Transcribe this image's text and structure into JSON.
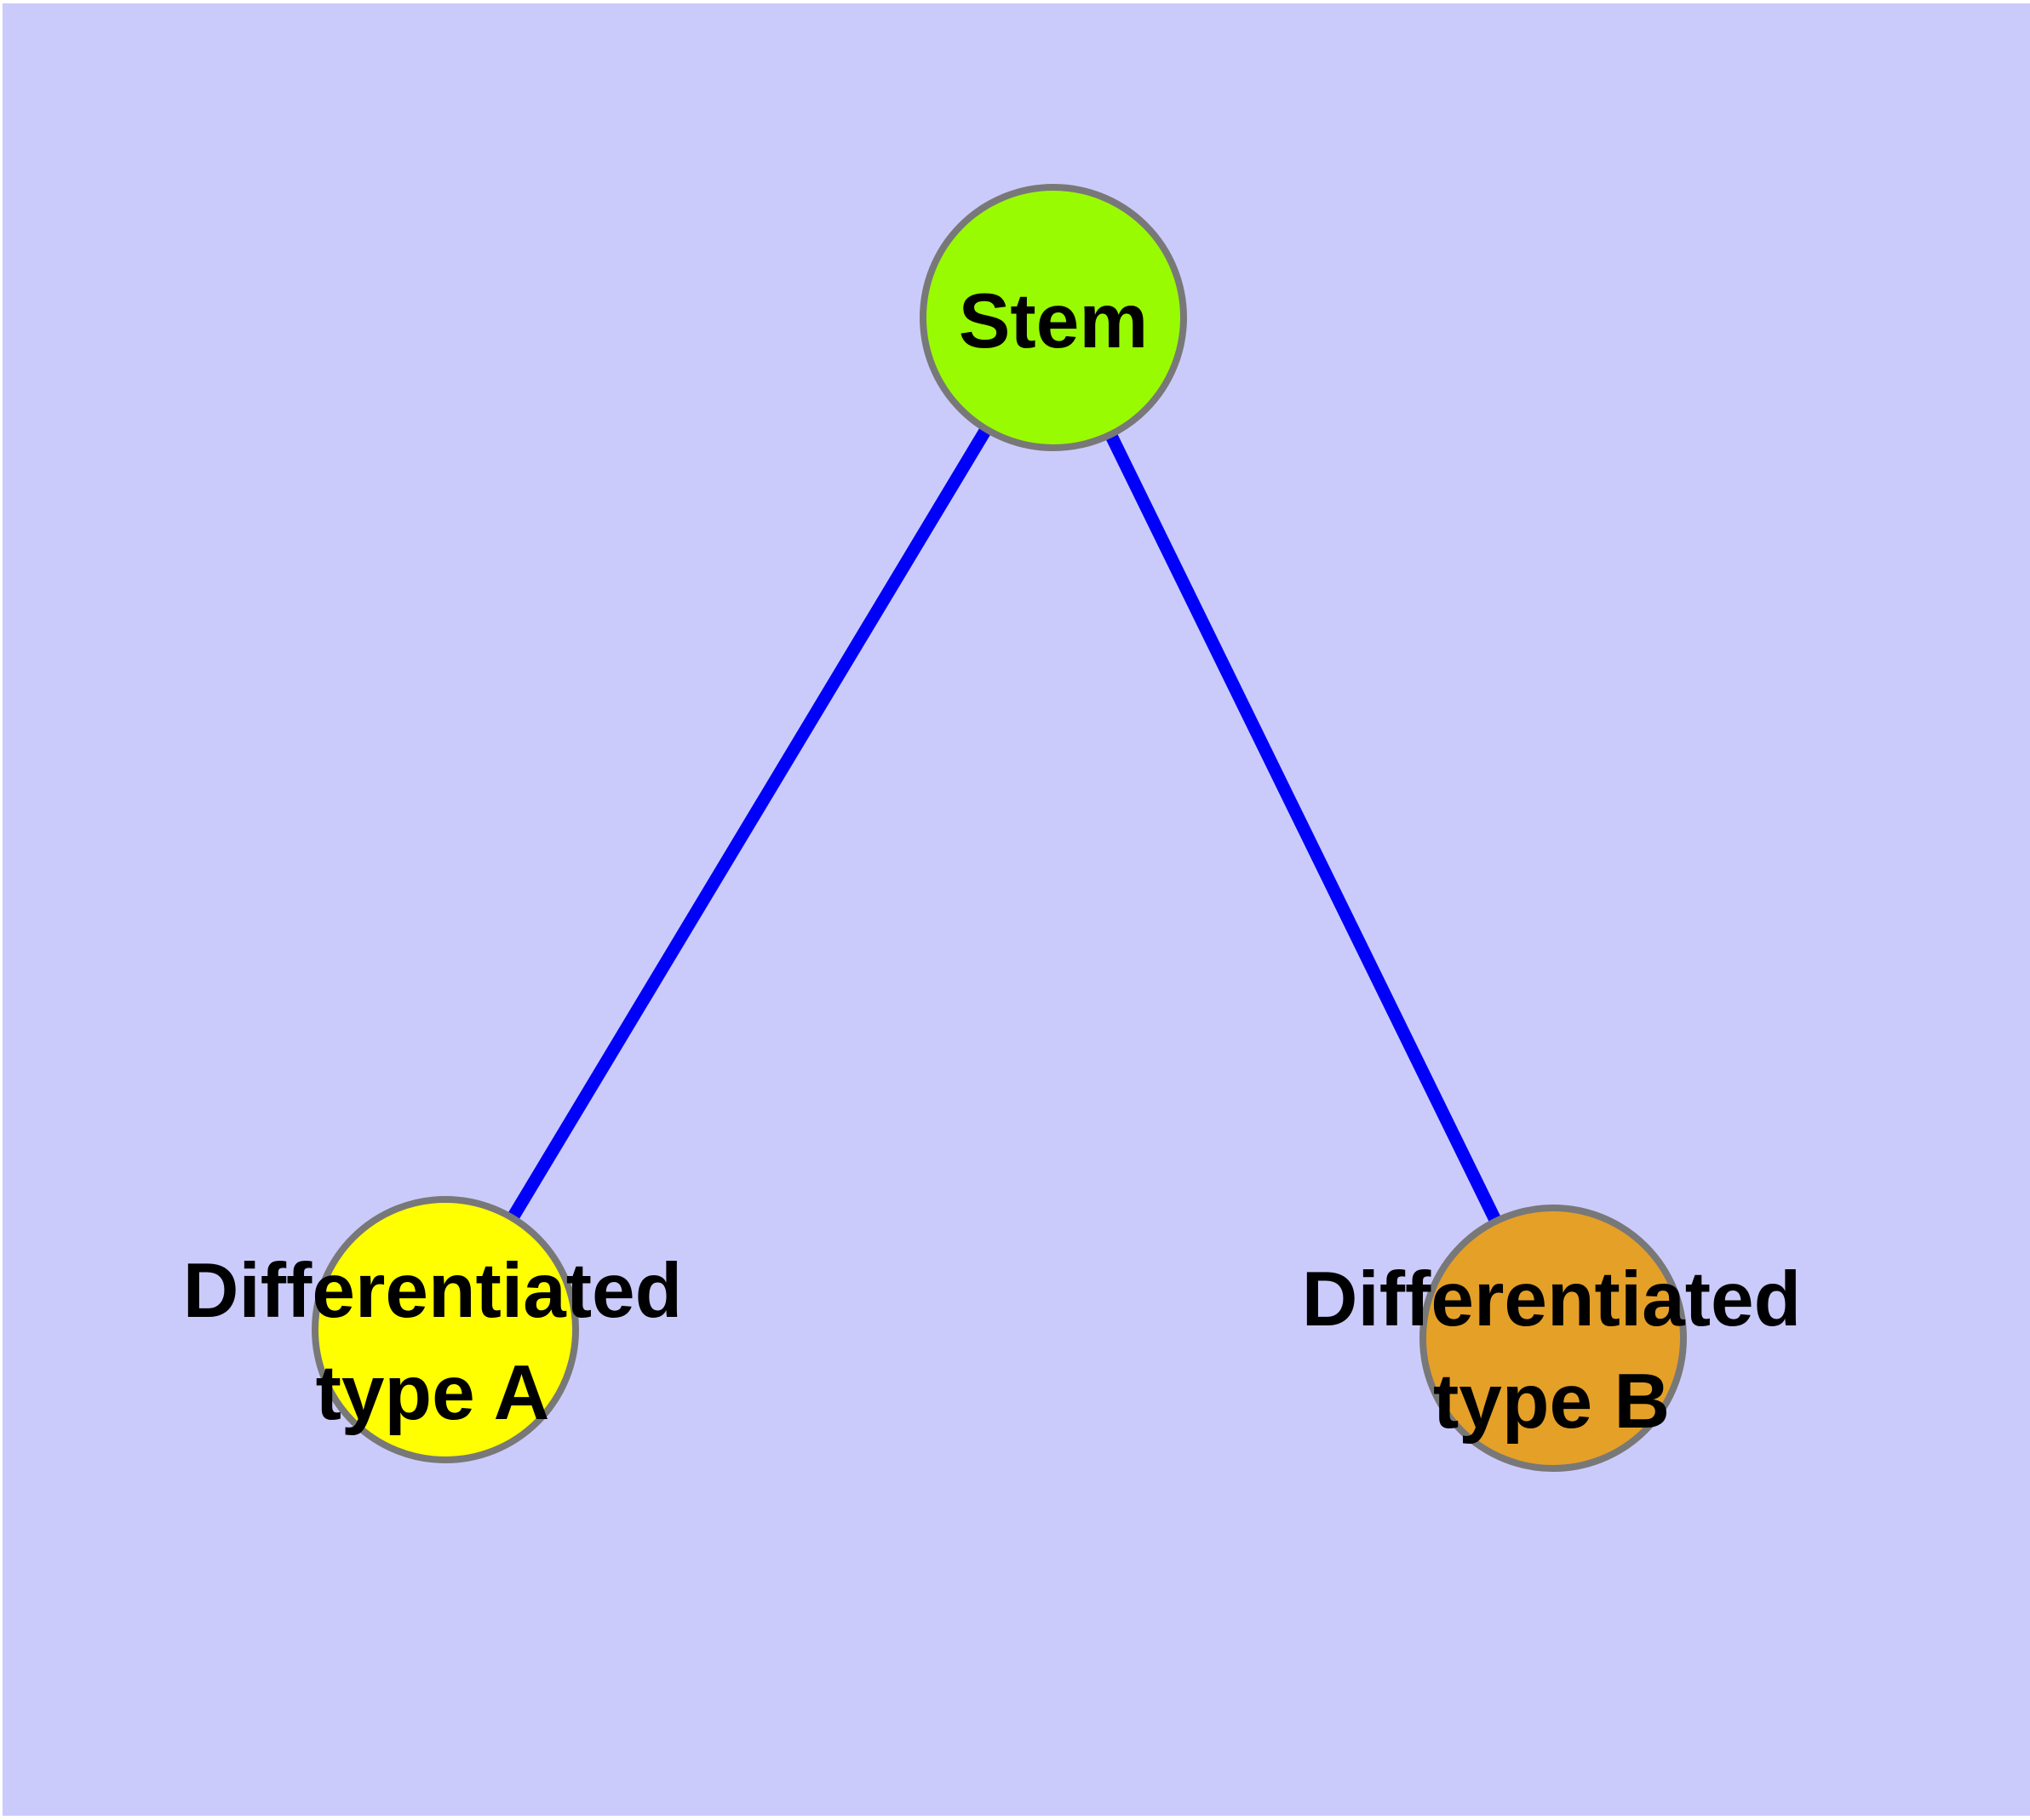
{
  "diagram": {
    "title": "",
    "type": "node-link graph",
    "background": {
      "canvas_color": "#CBCBFB",
      "frame_color": "#FFFFFF"
    },
    "text_color": "#000000",
    "nodes": {
      "border_color": "#787878",
      "stem": {
        "label": "Stem",
        "fill": "#99FB01"
      },
      "type_a": {
        "label": "Differentiated type A",
        "label_line1": "Differentiated",
        "label_line2": "type A",
        "fill": "#FFFF00"
      },
      "type_b": {
        "label": "Differentiated type B",
        "label_line1": "Differentiated",
        "label_line2": "type B",
        "fill": "#E5A028"
      }
    },
    "edges": {
      "color": "#0000FA",
      "items": [
        {
          "from": "Stem",
          "to": "Differentiated type A"
        },
        {
          "from": "Stem",
          "to": "Differentiated type B"
        }
      ]
    }
  }
}
